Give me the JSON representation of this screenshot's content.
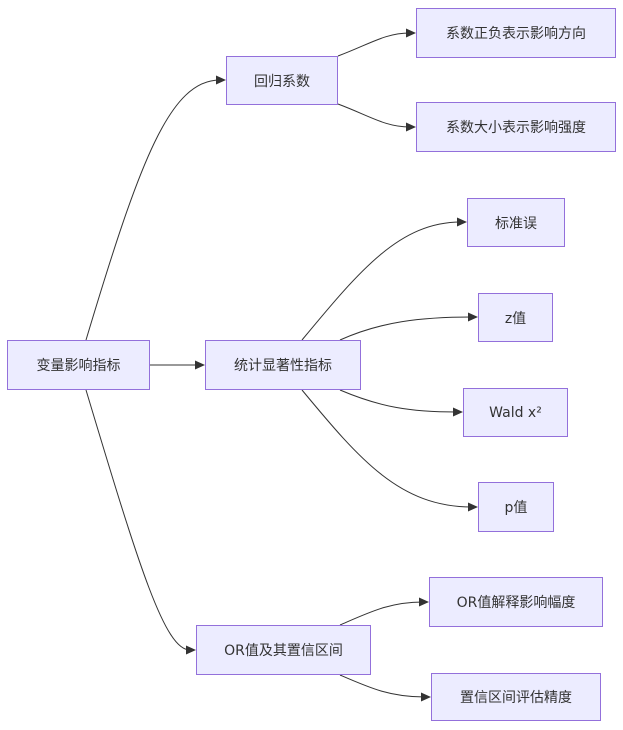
{
  "diagram": {
    "colors": {
      "node_fill": "#ECECFF",
      "node_border": "#9370DB",
      "edge": "#333333",
      "text": "#333333"
    },
    "nodes": {
      "root": "变量影响指标",
      "coef": "回归系数",
      "coef_sign": "系数正负表示影响方向",
      "coef_size": "系数大小表示影响强度",
      "sig": "统计显著性指标",
      "se": "标准误",
      "z": "z值",
      "wald": "Wald x²",
      "p": "p值",
      "or": "OR值及其置信区间",
      "or_explain": "OR值解释影响幅度",
      "ci_eval": "置信区间评估精度"
    },
    "edges": [
      [
        "root",
        "coef"
      ],
      [
        "root",
        "sig"
      ],
      [
        "root",
        "or"
      ],
      [
        "coef",
        "coef_sign"
      ],
      [
        "coef",
        "coef_size"
      ],
      [
        "sig",
        "se"
      ],
      [
        "sig",
        "z"
      ],
      [
        "sig",
        "wald"
      ],
      [
        "sig",
        "p"
      ],
      [
        "or",
        "or_explain"
      ],
      [
        "or",
        "ci_eval"
      ]
    ]
  }
}
